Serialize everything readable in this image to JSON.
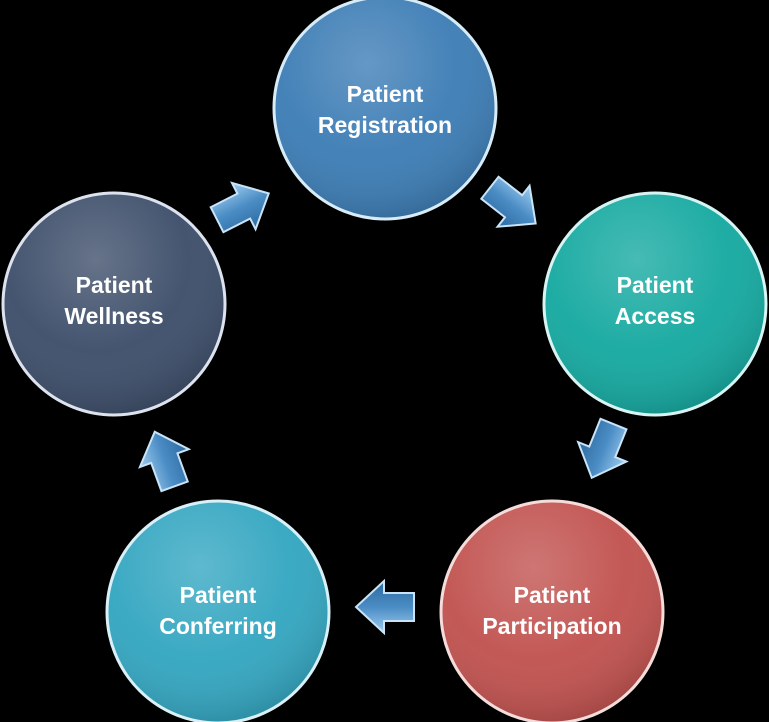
{
  "nodes": [
    {
      "id": "registration",
      "lines": [
        "Patient",
        "Registration"
      ],
      "color": "#3a7bb4"
    },
    {
      "id": "access",
      "lines": [
        "Patient",
        "Access"
      ],
      "color": "#12a89f"
    },
    {
      "id": "participation",
      "lines": [
        "Patient",
        "Participation"
      ],
      "color": "#c0504d"
    },
    {
      "id": "conferring",
      "lines": [
        "Patient",
        "Conferring"
      ],
      "color": "#31a5c0"
    },
    {
      "id": "wellness",
      "lines": [
        "Patient",
        "Wellness"
      ],
      "color": "#3b4c68"
    }
  ],
  "arrow_color": "#4a8cc4",
  "flow": "clockwise"
}
